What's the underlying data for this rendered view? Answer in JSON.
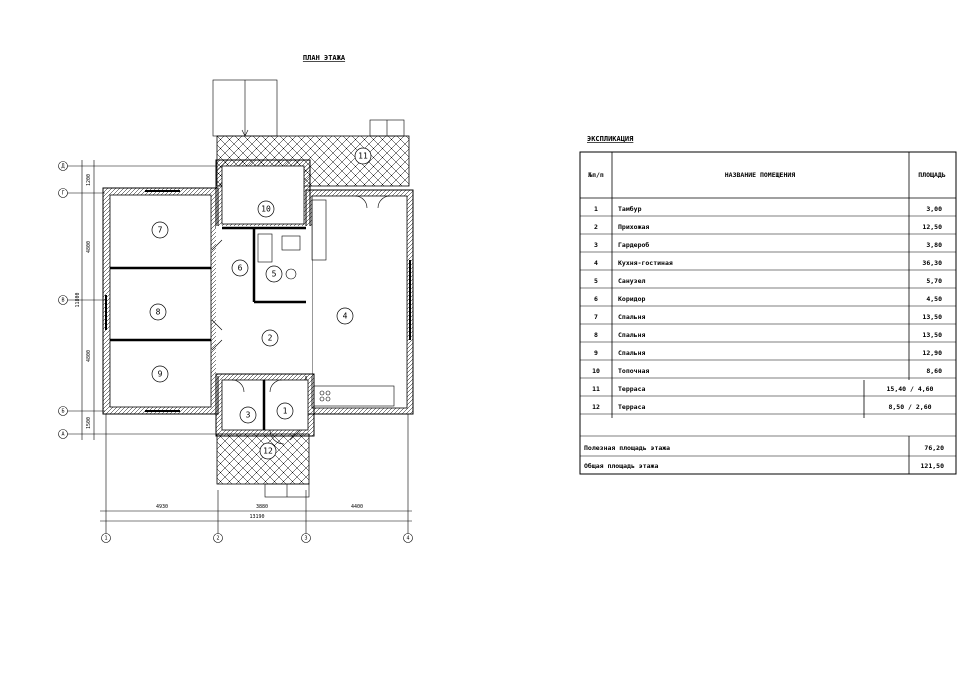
{
  "plan": {
    "title": "ПЛАН ЭТАЖА",
    "rooms": [
      {
        "num": "1"
      },
      {
        "num": "2"
      },
      {
        "num": "3"
      },
      {
        "num": "4"
      },
      {
        "num": "5"
      },
      {
        "num": "6"
      },
      {
        "num": "7"
      },
      {
        "num": "8"
      },
      {
        "num": "9"
      },
      {
        "num": "10"
      },
      {
        "num": "11"
      },
      {
        "num": "12"
      }
    ],
    "dimensions": {
      "d1": "4930",
      "d2": "3880",
      "d3": "4400",
      "total": "13190",
      "v1": "1200",
      "v2": "4800",
      "v3": "4800",
      "v4": "1500",
      "vtotal": "11800"
    },
    "axes": {
      "h": [
        "1",
        "2",
        "3",
        "4"
      ],
      "v": [
        "Д",
        "Г",
        "В",
        "Б",
        "А"
      ]
    }
  },
  "explication": {
    "title": "ЭКСПЛИКАЦИЯ",
    "headers": {
      "num": "№п/п",
      "name": "НАЗВАНИЕ ПОМЕЩЕНИЯ",
      "area": "ПЛОЩАДЬ"
    },
    "rows": [
      {
        "num": "1",
        "name": "Тамбур",
        "area": "3,00"
      },
      {
        "num": "2",
        "name": "Прихожая",
        "area": "12,50"
      },
      {
        "num": "3",
        "name": "Гардероб",
        "area": "3,80"
      },
      {
        "num": "4",
        "name": "Кухня-гостиная",
        "area": "36,30"
      },
      {
        "num": "5",
        "name": "Санузел",
        "area": "5,70"
      },
      {
        "num": "6",
        "name": "Коридор",
        "area": "4,50"
      },
      {
        "num": "7",
        "name": "Спальня",
        "area": "13,50"
      },
      {
        "num": "8",
        "name": "Спальня",
        "area": "13,50"
      },
      {
        "num": "9",
        "name": "Спальня",
        "area": "12,90"
      },
      {
        "num": "10",
        "name": "Топочная",
        "area": "8,60"
      },
      {
        "num": "11",
        "name": "Терраса",
        "area": "15,40 / 4,60"
      },
      {
        "num": "12",
        "name": "Терраса",
        "area": "8,50 / 2,60"
      }
    ],
    "totals": [
      {
        "name": "Полезная площадь этажа",
        "area": "76,20"
      },
      {
        "name": "Общая площадь этажа",
        "area": "121,50"
      }
    ]
  }
}
